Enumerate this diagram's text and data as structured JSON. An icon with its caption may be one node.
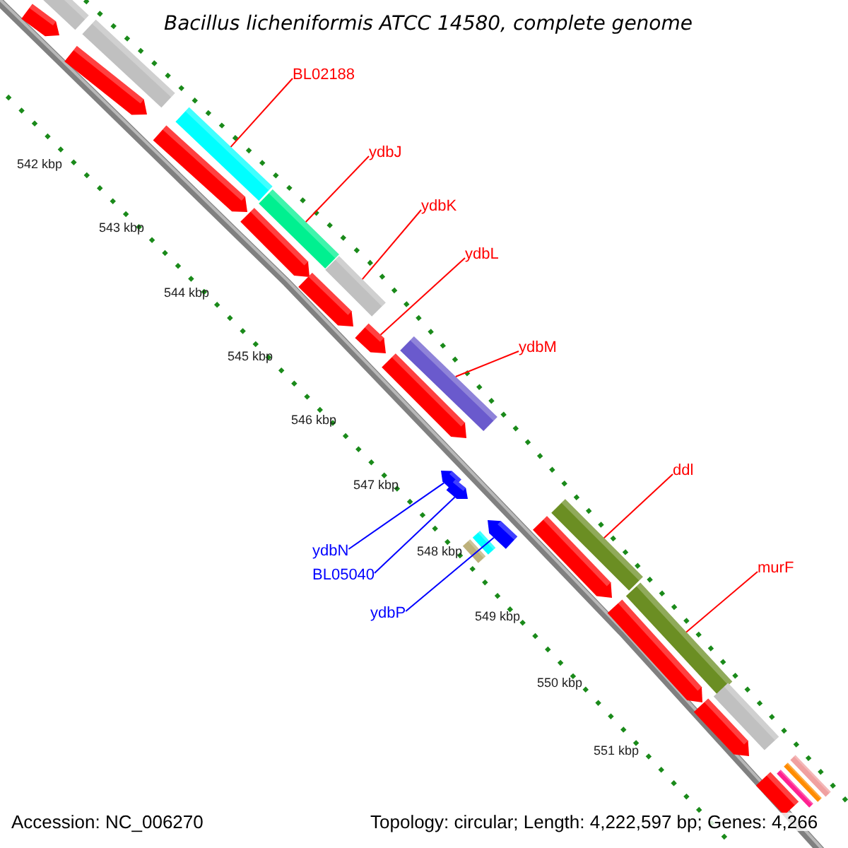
{
  "diagram": {
    "title": "Bacillus licheniformis ATCC 14580, complete genome",
    "nodes": [
      {
        "text": [
          "BL02188"
        ]
      },
      {
        "text": [
          "ydbJ"
        ]
      },
      {
        "text": [
          "ydbK"
        ]
      },
      {
        "text": [
          "ydbL"
        ]
      },
      {
        "text": [
          "ydbM"
        ]
      },
      {
        "text": [
          "ydbN"
        ]
      },
      {
        "text": [
          "BL05040"
        ]
      },
      {
        "text": [
          "ydbP"
        ]
      },
      {
        "text": [
          "ddl"
        ]
      },
      {
        "text": [
          "murF"
        ]
      },
      {
        "text": [],
        "shape": "pentagon"
      },
      {
        "text": [],
        "shape": "bar"
      },
      {
        "text": [],
        "shape": "pentagon"
      },
      {
        "text": [],
        "shape": "bar"
      },
      {
        "text": [],
        "shape": "pentagon"
      },
      {
        "text": [],
        "shape": "bar"
      },
      {
        "text": [],
        "shape": "pentagon"
      },
      {
        "text": [],
        "shape": "bar"
      },
      {
        "text": [],
        "shape": "pentagon"
      },
      {
        "text": [],
        "shape": "bar"
      },
      {
        "text": [],
        "shape": "pentagon"
      },
      {
        "text": [],
        "shape": "pentagon"
      },
      {
        "text": [],
        "shape": "bar"
      },
      {
        "text": [],
        "shape": "pentagon"
      },
      {
        "text": [],
        "shape": "pentagon"
      },
      {
        "text": [],
        "shape": "pentagon"
      },
      {
        "text": [],
        "shape": "bar"
      },
      {
        "text": [],
        "shape": "bar"
      },
      {
        "text": [],
        "shape": "pentagon"
      },
      {
        "text": [],
        "shape": "bar"
      },
      {
        "text": [],
        "shape": "pentagon"
      },
      {
        "text": [],
        "shape": "bar"
      },
      {
        "text": [],
        "shape": "pentagon"
      },
      {
        "text": [],
        "shape": "bar"
      },
      {
        "text": [],
        "shape": "bar"
      }
    ],
    "edges": [
      {
        "from": 0,
        "to": 15,
        "arrow": "none"
      },
      {
        "from": 1,
        "to": 17,
        "arrow": "none"
      },
      {
        "from": 2,
        "to": 19,
        "arrow": "none"
      },
      {
        "from": 3,
        "to": 20,
        "arrow": "none"
      },
      {
        "from": 4,
        "to": 22,
        "arrow": "none"
      },
      {
        "from": 5,
        "to": 23,
        "arrow": "none",
        "color": "#0000ff"
      },
      {
        "from": 6,
        "to": 24,
        "arrow": "none",
        "color": "#0000ff"
      },
      {
        "from": 7,
        "to": 25,
        "arrow": "none",
        "color": "#0000ff"
      },
      {
        "from": 8,
        "to": 29,
        "arrow": "none"
      },
      {
        "from": 9,
        "to": 31,
        "arrow": "none"
      }
    ],
    "labels": [
      "542 kbp",
      "543 kbp",
      "544 kbp",
      "545 kbp",
      "546 kbp",
      "547 kbp",
      "548 kbp",
      "549 kbp",
      "550 kbp",
      "551 kbp",
      "Accession: NC_006270",
      "Topology: circular; Length: 4,222,597 bp; Genes: 4,266"
    ]
  }
}
